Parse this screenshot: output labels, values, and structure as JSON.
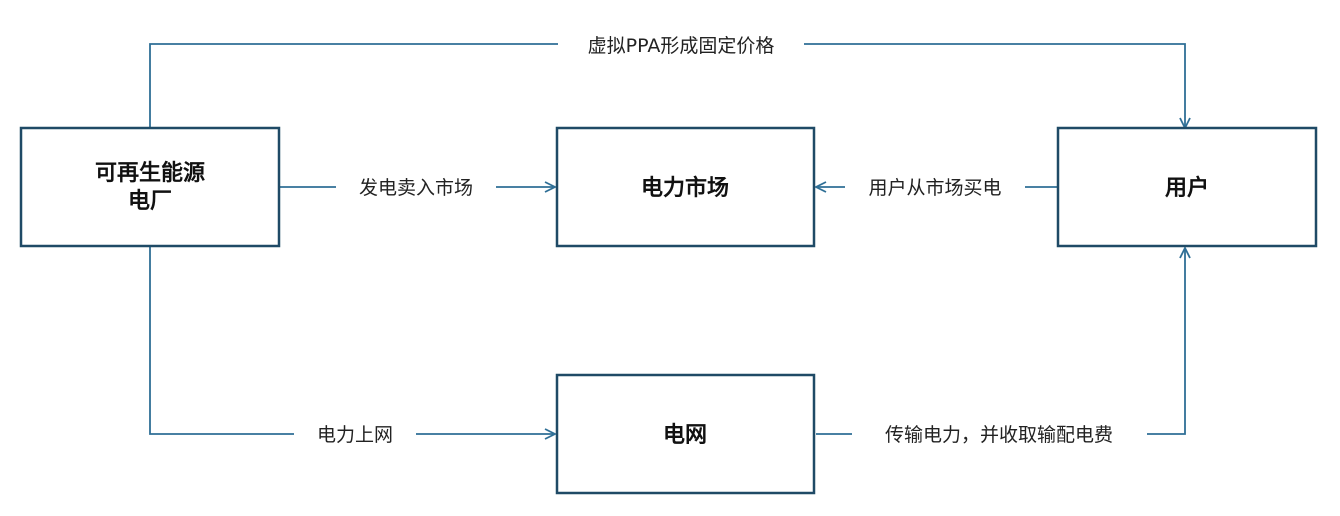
{
  "colors": {
    "node_border": "#1f4a66",
    "arrow": "#2f6f96",
    "text": "#111111",
    "background": "#ffffff"
  },
  "nodes": {
    "renewable_plant": {
      "line1": "可再生能源",
      "line2": "电厂"
    },
    "power_market": {
      "label": "电力市场"
    },
    "user": {
      "label": "用户"
    },
    "grid": {
      "label": "电网"
    }
  },
  "edges": {
    "virtual_ppa": {
      "label": "虚拟PPA形成固定价格"
    },
    "sell_to_market": {
      "label": "发电卖入市场"
    },
    "user_buy": {
      "label": "用户从市场买电"
    },
    "to_grid": {
      "label": "电力上网"
    },
    "transmission": {
      "label": "传输电力，并收取输配电费"
    }
  }
}
